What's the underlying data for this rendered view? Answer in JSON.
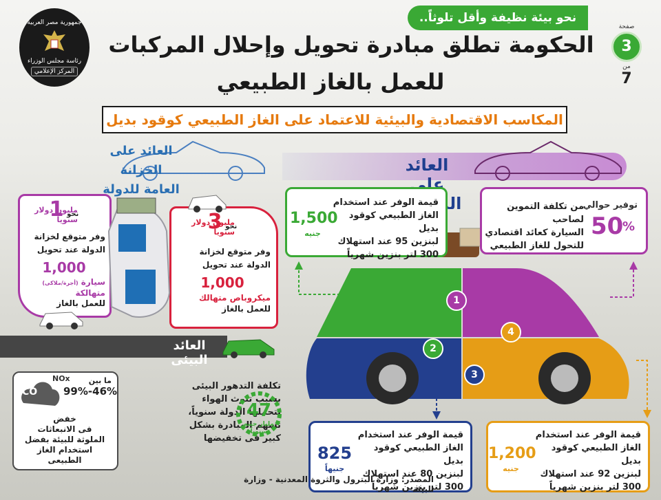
{
  "header": {
    "tagline": "نحو بيئة نظيفة وأقل تلوثاً..",
    "title_line1": "الحكومة تطلق مبادرة تحويل وإحلال المركبات",
    "title_line2": "للعمل بالغاز الطبيعي",
    "page_label": "صفحة",
    "page_num": "3",
    "page_of": "من",
    "page_total": "7",
    "logo": {
      "top": "جمهورية مصر العربية",
      "mid": "رئاسة مجلس الوزراء",
      "ribbon": "المركز الإعلامي"
    }
  },
  "subtitle": "المكاسب الاقتصادية والبيئية للاعتماد على الغاز الطبيعي كوقود بديل",
  "citizen": {
    "heading": "العائد على المواطن",
    "card1": {
      "value": "1,500",
      "unit": "جنيه",
      "lines": [
        "قيمة الوفر عند استخدام",
        "الغاز الطبيعي كوقود بديل",
        "لبنزين 95 عند استهلاك",
        "300 لتر بنزين شهرياً"
      ]
    },
    "card4": {
      "prefix": "توفير حوالي",
      "value": "50",
      "pct": "%",
      "lines": [
        "من تكلفة التموين لصاحب",
        "السيارة كعائد اقتصادي",
        "للتحول للغاز الطبيعي"
      ]
    },
    "card2": {
      "value": "825",
      "unit": "جنيهاً",
      "lines": [
        "قيمة الوفر عند استخدام",
        "الغاز الطبيعي كوقود بديل",
        "لبنزين 80 عند استهلاك",
        "300 لتر بنزين شهرياً"
      ]
    },
    "card3": {
      "value": "1,200",
      "unit": "جنيه",
      "lines": [
        "قيمة الوفر عند استخدام",
        "الغاز الطبيعي كوقود بديل",
        "لبنزين 92 عند استهلاك",
        "300 لتر بنزين شهرياً"
      ]
    }
  },
  "treasury": {
    "heading_line1": "العائد على الخزانة",
    "heading_line2": "العامة للدولة",
    "box1": {
      "about": "نحو",
      "value": "1",
      "unit_line1": "مليون دولار",
      "unit_line2": "سنوياً",
      "lines": [
        "وفر متوقع لخزانة",
        "الدولة عند تحويل"
      ],
      "count": "1,000",
      "count_unit": "سيارة",
      "note": "(أجرة/ملاكى)",
      "tail_line1": "متهالكة",
      "tail_line2": "للعمل بالغاز"
    },
    "box2": {
      "about": "نحو",
      "value": "3",
      "unit_line1": "مليون دولار",
      "unit_line2": "سنوياً",
      "lines": [
        "وفر متوقع لخزانة",
        "الدولة عند تحويل"
      ],
      "count": "1,000",
      "tail_line1": "ميكروباص متهالك",
      "tail_line2": "للعمل بالغاز"
    }
  },
  "environment": {
    "heading": "العائد البيئى",
    "co2": {
      "label_co": "CO",
      "label_nox": "NOx",
      "range_prefix": "ما بين",
      "range": "99%-46%",
      "lines": [
        "خفض",
        "فى الانبعاثات",
        "الملوثة للبيئة بفضل",
        "استخدام الغاز",
        "الطبيعى"
      ]
    },
    "toll": {
      "value": "47",
      "unit_line1": "مليار جنيه",
      "unit_line2": "سنوياً",
      "lines": [
        "تكلفة التدهور البيئى",
        "بسبب تلوث الهواء",
        "تتحملها الدولة سنوياً،",
        "تسهم المبادرة بشكل",
        "كبير فى تخفيضها"
      ]
    }
  },
  "source": "المصدر: وزارة البترول والثروة المعدنية - وزارة البيئة",
  "colors": {
    "green": "#3aa935",
    "purple": "#a83aa6",
    "navy": "#233f8e",
    "orange": "#e69d16",
    "red": "#d8213d",
    "title_orange": "#e67a0e"
  }
}
